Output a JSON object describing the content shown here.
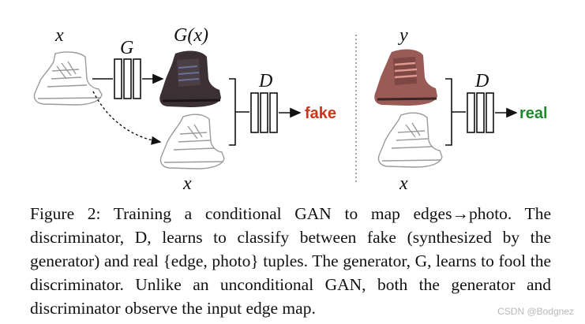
{
  "figure": {
    "left_panel": {
      "input_label": "x",
      "generator_label": "G",
      "output_label": "G(x)",
      "discriminator_label": "D",
      "bottom_input_label": "x",
      "verdict": "fake",
      "verdict_color": "#c8361c"
    },
    "right_panel": {
      "photo_label": "y",
      "discriminator_label": "D",
      "bottom_input_label": "x",
      "verdict": "real",
      "verdict_color": "#1d8a2e"
    }
  },
  "caption": {
    "text": "Figure 2: Training a conditional GAN to map edges→photo. The discriminator, D, learns to classify between fake (synthesized by the generator) and real {edge, photo} tuples. The generator, G, learns to fool the discriminator. Unlike an unconditional GAN, both the generator and discriminator observe the input edge map."
  },
  "watermark": "CSDN @Bodgnez",
  "colors": {
    "dark_shoe": "#3b3134",
    "red_shoe": "#9a5b57",
    "sketch_stroke": "#9a9a9a"
  }
}
